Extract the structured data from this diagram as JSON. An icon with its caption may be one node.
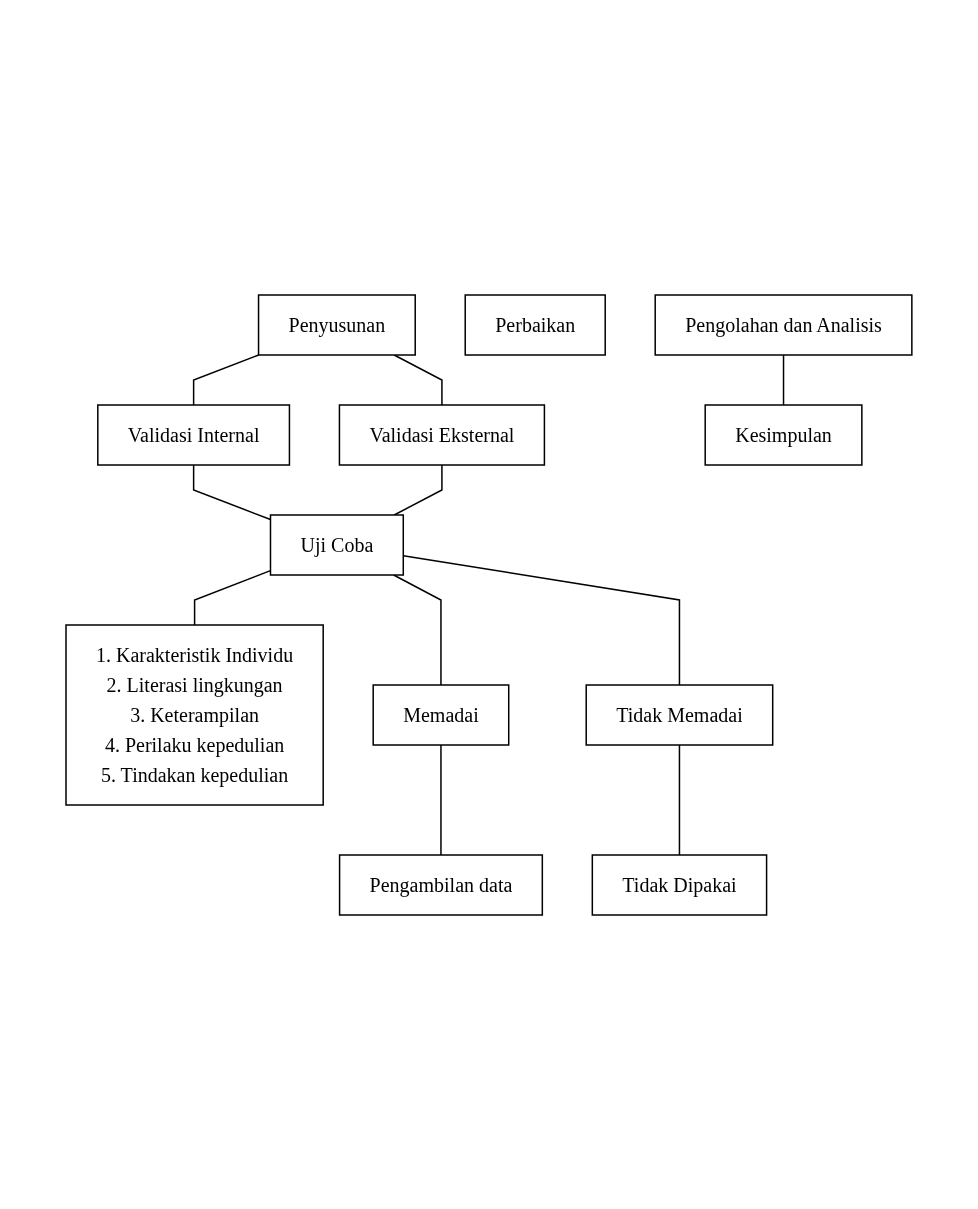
{
  "diagram": {
    "nodes": [
      {
        "text": [
          "Penyusunan"
        ]
      },
      {
        "text": [
          "Validasi Internal"
        ]
      },
      {
        "text": [
          "Validasi Eksternal"
        ]
      },
      {
        "text": [
          "Uji Coba"
        ]
      },
      {
        "text": [
          "1. Karakteristik Individu",
          "2. Literasi lingkungan",
          "3. Keterampilan",
          "4. Perilaku kepedulian",
          "5. Tindakan kepedulian"
        ]
      },
      {
        "text": [
          "Memadai"
        ]
      },
      {
        "text": [
          "Tidak Memadai"
        ]
      },
      {
        "text": [
          "Perbaikan"
        ]
      },
      {
        "text": [
          "Tidak Dipakai"
        ]
      },
      {
        "text": [
          "Pengambilan data"
        ]
      },
      {
        "text": [
          "Pengolahan dan Analisis"
        ]
      },
      {
        "text": [
          "Kesimpulan"
        ]
      }
    ],
    "edges": [
      {
        "from": 0,
        "to": 1,
        "arrow": "none"
      },
      {
        "from": 0,
        "to": 2,
        "arrow": "none"
      },
      {
        "from": 1,
        "to": 3,
        "arrow": "none"
      },
      {
        "from": 2,
        "to": 3,
        "arrow": "none"
      },
      {
        "from": 3,
        "to": 4,
        "arrow": "none"
      },
      {
        "from": 3,
        "to": 5,
        "arrow": "none"
      },
      {
        "from": 3,
        "to": 6,
        "arrow": "none"
      },
      {
        "from": 6,
        "to": 8,
        "arrow": "none"
      },
      {
        "from": 5,
        "to": 9,
        "arrow": "none"
      },
      {
        "from": 10,
        "to": 11,
        "arrow": "none"
      }
    ]
  }
}
